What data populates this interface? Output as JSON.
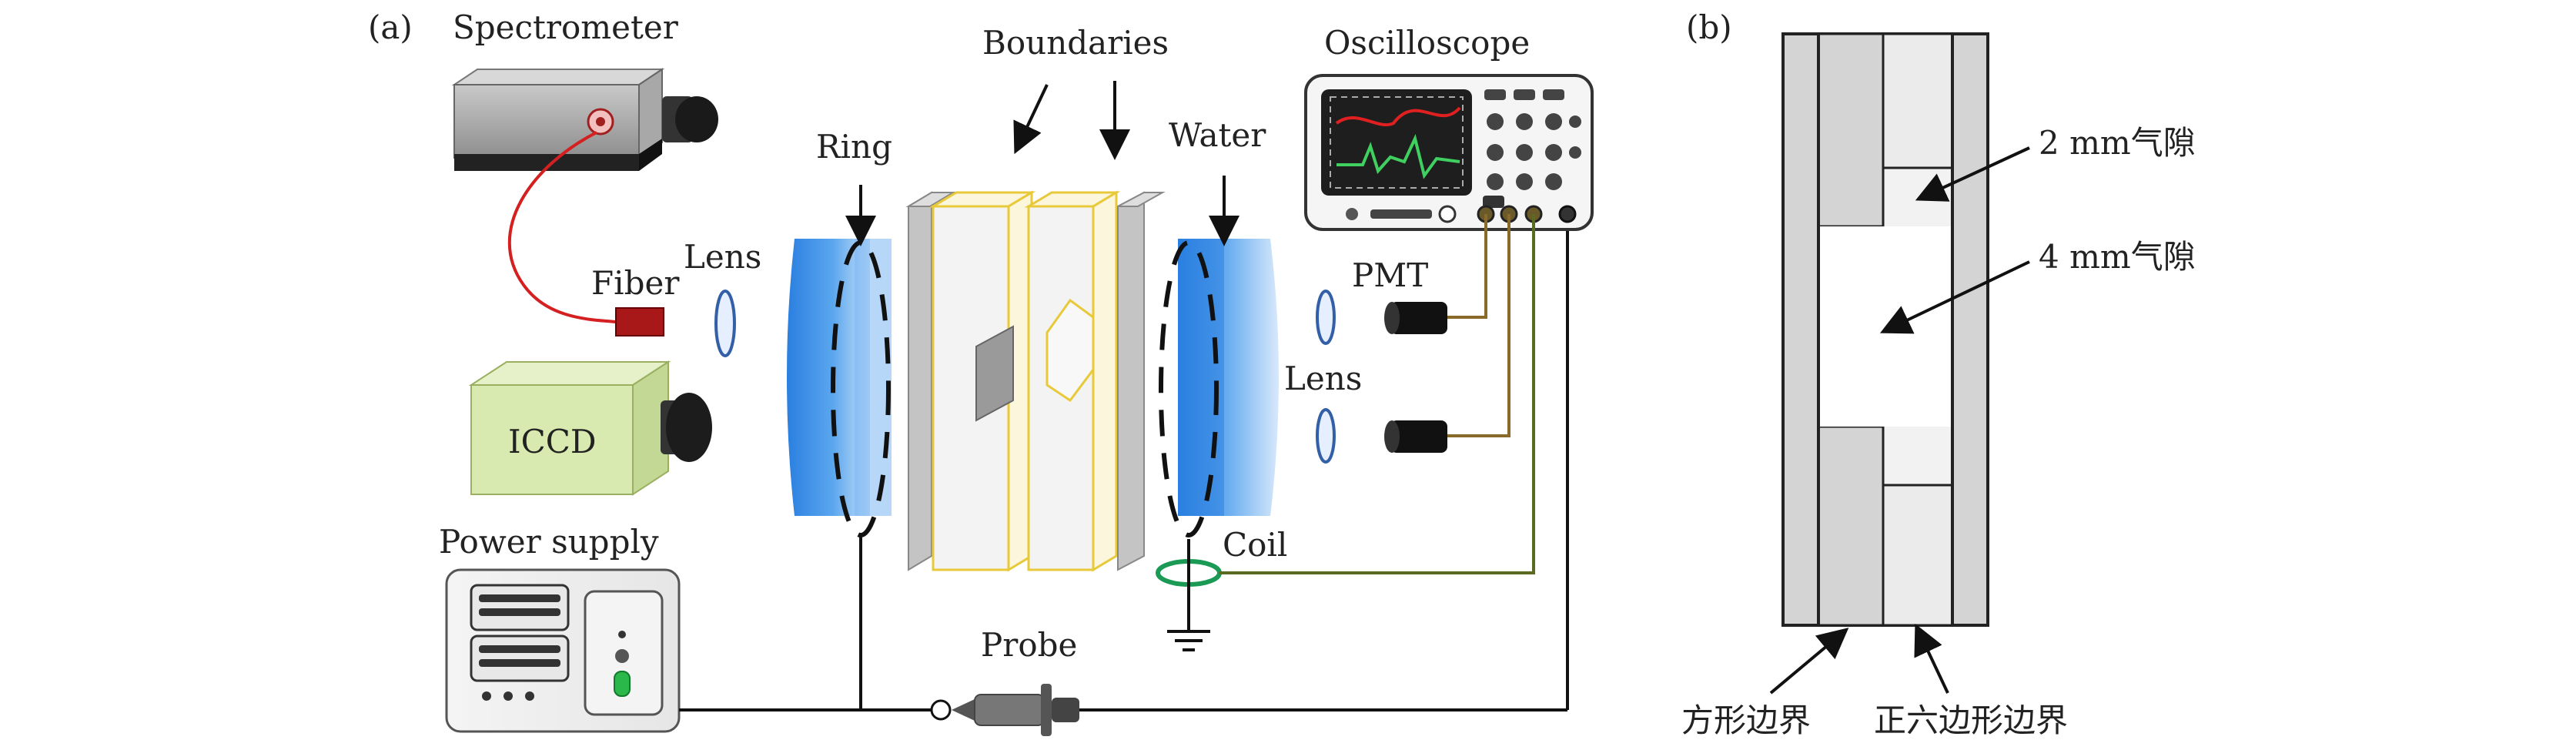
{
  "panel_a": {
    "tag": "(a)",
    "labels": {
      "spectrometer": "Spectrometer",
      "boundaries": "Boundaries",
      "oscilloscope": "Oscilloscope",
      "ring": "Ring",
      "water": "Water",
      "lens_left": "Lens",
      "fiber": "Fiber",
      "pmt": "PMT",
      "lens_right": "Lens",
      "iccd": "ICCD",
      "power_supply": "Power supply",
      "coil": "Coil",
      "probe": "Probe"
    }
  },
  "panel_b": {
    "tag": "(b)",
    "labels": {
      "gap_2mm": "2 mm气隙",
      "gap_4mm": "4 mm气隙",
      "square_boundary": "方形边界",
      "hex_boundary": "正六边形边界"
    }
  },
  "colors": {
    "fiber_cable": "#d42020",
    "boundary_edge": "#e8c93a",
    "pmt_wire": "#8a6a2a",
    "coil_wire": "#5a6a20",
    "coil_ring": "#1a9a55",
    "trace_red": "#e02020",
    "trace_green": "#40d060",
    "iccd_box": "#d8eab0",
    "water_blue": "#4a90e0"
  }
}
